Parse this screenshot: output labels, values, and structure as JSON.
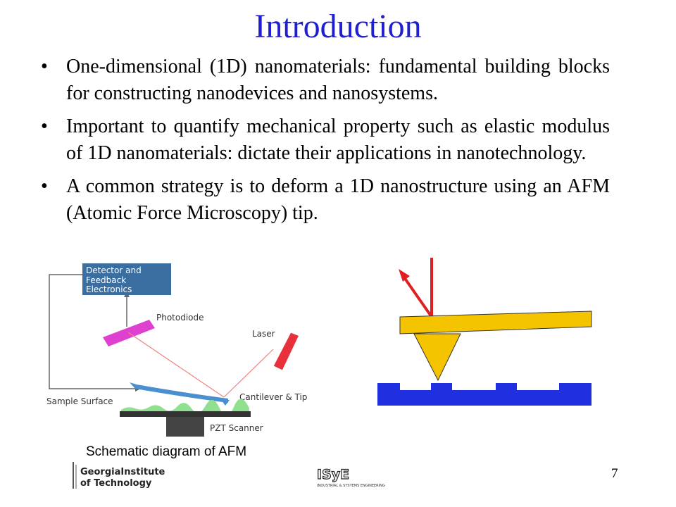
{
  "title": "Introduction",
  "bullets": [
    "One-dimensional (1D) nanomaterials: fundamental building blocks for constructing nanodevices and nanosystems.",
    "Important to quantify mechanical property such as elastic modulus of 1D nanomaterials: dictate their applications in nanotechnology.",
    "A common strategy is to deform a 1D nanostructure using an AFM (Atomic Force Microscopy) tip."
  ],
  "afm_diagram": {
    "detector_lines": [
      "Detector and",
      "Feedback",
      "Electronics"
    ],
    "photodiode": "Photodiode",
    "laser": "Laser",
    "cantilever": "Cantilever & Tip",
    "sample_surface": "Sample Surface",
    "scanner": "PZT Scanner"
  },
  "caption": "Schematic diagram of AFM",
  "page_number": "7",
  "logos": {
    "georgia_tech_line1": "GeorgiaInstitute",
    "georgia_tech_line2": "of Technology",
    "isye_mark": "ISyE",
    "isye_sub": "INDUSTRIAL & SYSTEMS ENGINEERING"
  },
  "colors": {
    "title": "#1f1fcf",
    "detector_box": "#3a6ea0",
    "photodiode": "#e040d0",
    "laser": "#e8303a",
    "cantilever": "#4a90d0",
    "sample": "#90e090",
    "tip": "#f5c400",
    "substrate": "#2030e0",
    "beam": "#e02020"
  }
}
